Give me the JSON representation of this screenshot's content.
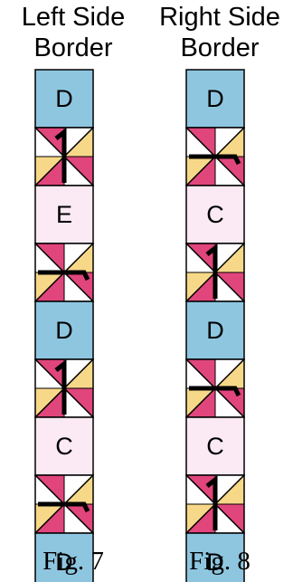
{
  "left": {
    "heading_line1": "Left Side",
    "heading_line2": "Border",
    "caption": "Fig. 7",
    "blocks": [
      {
        "kind": "letter",
        "label": "D",
        "fill": "blue"
      },
      {
        "kind": "pinwheel",
        "orientation": "up"
      },
      {
        "kind": "letter",
        "label": "E",
        "fill": "pink"
      },
      {
        "kind": "pinwheel",
        "orientation": "right"
      },
      {
        "kind": "letter",
        "label": "D",
        "fill": "blue"
      },
      {
        "kind": "pinwheel",
        "orientation": "up"
      },
      {
        "kind": "letter",
        "label": "C",
        "fill": "pink"
      },
      {
        "kind": "pinwheel",
        "orientation": "right"
      },
      {
        "kind": "letter",
        "label": "D",
        "fill": "blue"
      }
    ]
  },
  "right": {
    "heading_line1": "Right Side",
    "heading_line2": "Border",
    "caption": "Fig. 8",
    "blocks": [
      {
        "kind": "letter",
        "label": "D",
        "fill": "blue"
      },
      {
        "kind": "pinwheel",
        "orientation": "right"
      },
      {
        "kind": "letter",
        "label": "C",
        "fill": "pink"
      },
      {
        "kind": "pinwheel",
        "orientation": "up"
      },
      {
        "kind": "letter",
        "label": "D",
        "fill": "blue"
      },
      {
        "kind": "pinwheel",
        "orientation": "right"
      },
      {
        "kind": "letter",
        "label": "C",
        "fill": "pink"
      },
      {
        "kind": "pinwheel",
        "orientation": "up"
      },
      {
        "kind": "letter",
        "label": "D",
        "fill": "blue"
      }
    ]
  },
  "colors": {
    "blue": "#8ec6e0",
    "pink": "#fbeaf3",
    "magenta": "#e0457b",
    "yellow": "#f7d889",
    "white": "#ffffff",
    "line": "#000000"
  }
}
